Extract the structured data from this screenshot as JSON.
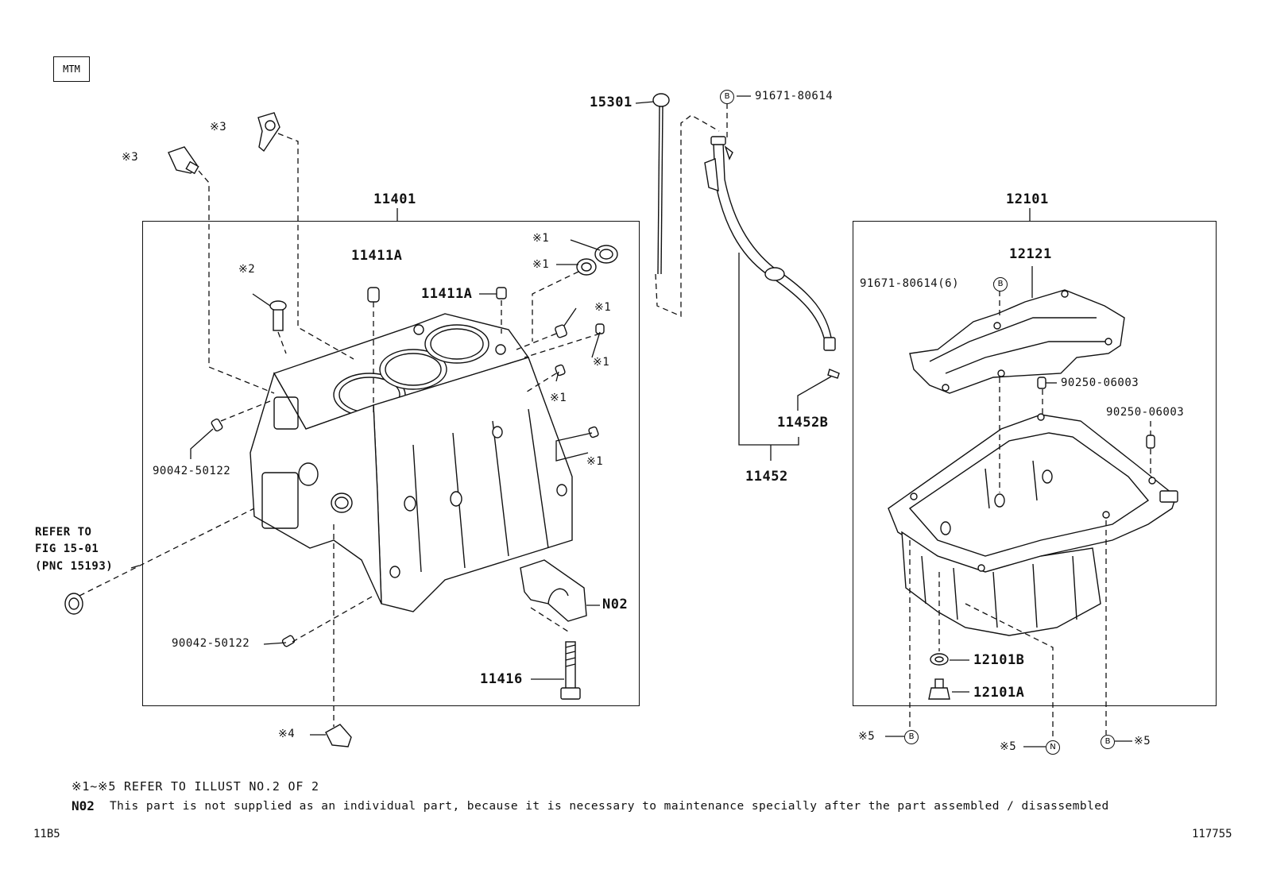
{
  "header": {
    "tag": "MTM"
  },
  "boxes": {
    "left_title": "11401",
    "right_title": "12101"
  },
  "labels": {
    "p15301": "15301",
    "p91671_top": "91671-80614",
    "p11411a_1": "11411A",
    "p11411a_2": "11411A",
    "x1_a": "※1",
    "x1_b": "※1",
    "x1_c": "※1",
    "x1_d": "※1",
    "x1_e": "※1",
    "x1_f": "※1",
    "x2": "※2",
    "x3_a": "※3",
    "x3_b": "※3",
    "x4": "※4",
    "p90042_a": "90042-50122",
    "p90042_b": "90042-50122",
    "refer": "REFER TO",
    "refer_fig": "FIG 15-01",
    "refer_pnc": "(PNC 15193)",
    "n02": "N02",
    "p11416": "11416",
    "p11452b": "11452B",
    "p11452": "11452",
    "p12121": "12121",
    "p91671_6": "91671-80614(6)",
    "p90250_a": "90250-06003",
    "p90250_b": "90250-06003",
    "p12101b": "12101B",
    "p12101a": "12101A",
    "x5_a": "※5",
    "x5_b": "※5",
    "x5_c": "※5"
  },
  "markers": {
    "b": "B",
    "n": "N"
  },
  "notes": {
    "refer_all": "※1~※5 REFER TO ILLUST NO.2 OF 2",
    "n02_code": "N02",
    "n02_text": "This part is not supplied as an individual part, because it is necessary to maintenance specially after the part assembled / disassembled"
  },
  "footer": {
    "left_code": "11B5",
    "right_code": "117755"
  }
}
